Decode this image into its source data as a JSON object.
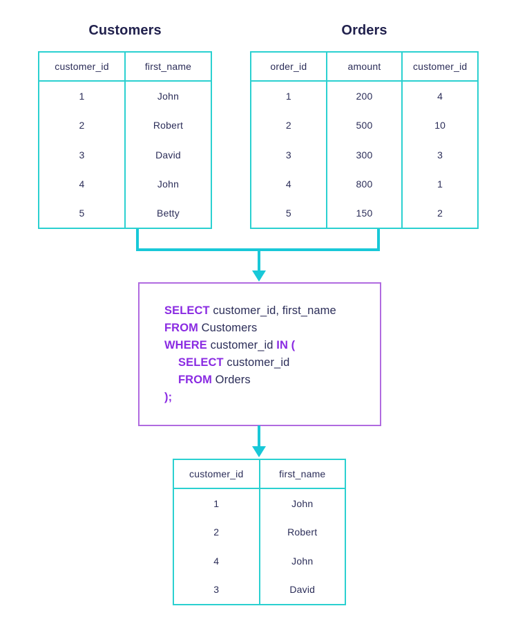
{
  "diagram": {
    "type": "sql-subquery-flow",
    "colors": {
      "table_border": "#2ad0d0",
      "connector": "#18c8d8",
      "query_border": "#b06ae0",
      "keyword": "#8a2be2",
      "text": "#2b2d58",
      "background": "#ffffff"
    }
  },
  "customers_table": {
    "title": "Customers",
    "columns": [
      "customer_id",
      "first_name"
    ],
    "rows": [
      [
        "1",
        "John"
      ],
      [
        "2",
        "Robert"
      ],
      [
        "3",
        "David"
      ],
      [
        "4",
        "John"
      ],
      [
        "5",
        "Betty"
      ]
    ]
  },
  "orders_table": {
    "title": "Orders",
    "columns": [
      "order_id",
      "amount",
      "customer_id"
    ],
    "rows": [
      [
        "1",
        "200",
        "4"
      ],
      [
        "2",
        "500",
        "10"
      ],
      [
        "3",
        "300",
        "3"
      ],
      [
        "4",
        "800",
        "1"
      ],
      [
        "5",
        "150",
        "2"
      ]
    ]
  },
  "query": {
    "lines": [
      {
        "indent": 0,
        "tokens": [
          {
            "t": "SELECT",
            "kw": true
          },
          {
            "t": " customer_id, first_name",
            "kw": false
          }
        ]
      },
      {
        "indent": 0,
        "tokens": [
          {
            "t": "FROM",
            "kw": true
          },
          {
            "t": " Customers",
            "kw": false
          }
        ]
      },
      {
        "indent": 0,
        "tokens": [
          {
            "t": "WHERE",
            "kw": true
          },
          {
            "t": " customer_id ",
            "kw": false
          },
          {
            "t": "IN (",
            "kw": true
          }
        ]
      },
      {
        "indent": 1,
        "tokens": [
          {
            "t": "SELECT",
            "kw": true
          },
          {
            "t": " customer_id",
            "kw": false
          }
        ]
      },
      {
        "indent": 1,
        "tokens": [
          {
            "t": "FROM",
            "kw": true
          },
          {
            "t": " Orders",
            "kw": false
          }
        ]
      },
      {
        "indent": 0,
        "tokens": [
          {
            "t": ");",
            "kw": true
          }
        ]
      }
    ]
  },
  "result_table": {
    "columns": [
      "customer_id",
      "first_name"
    ],
    "rows": [
      [
        "1",
        "John"
      ],
      [
        "2",
        "Robert"
      ],
      [
        "4",
        "John"
      ],
      [
        "3",
        "David"
      ]
    ]
  }
}
